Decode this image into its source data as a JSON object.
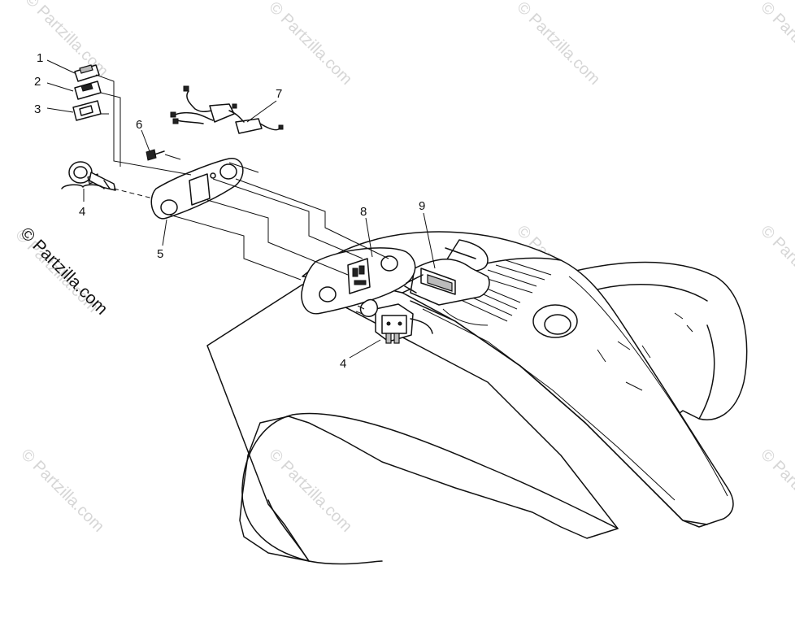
{
  "watermark": {
    "text": "© Partzilla.com"
  },
  "callouts": {
    "c1": "1",
    "c2": "2",
    "c3": "3",
    "c4_key": "4",
    "c4_switch": "4",
    "c5": "5",
    "c6": "6",
    "c7": "7",
    "c8": "8",
    "c9": "9"
  },
  "colors": {
    "line": "#111111",
    "watermark": "#d6d6d6",
    "background": "#ffffff"
  }
}
